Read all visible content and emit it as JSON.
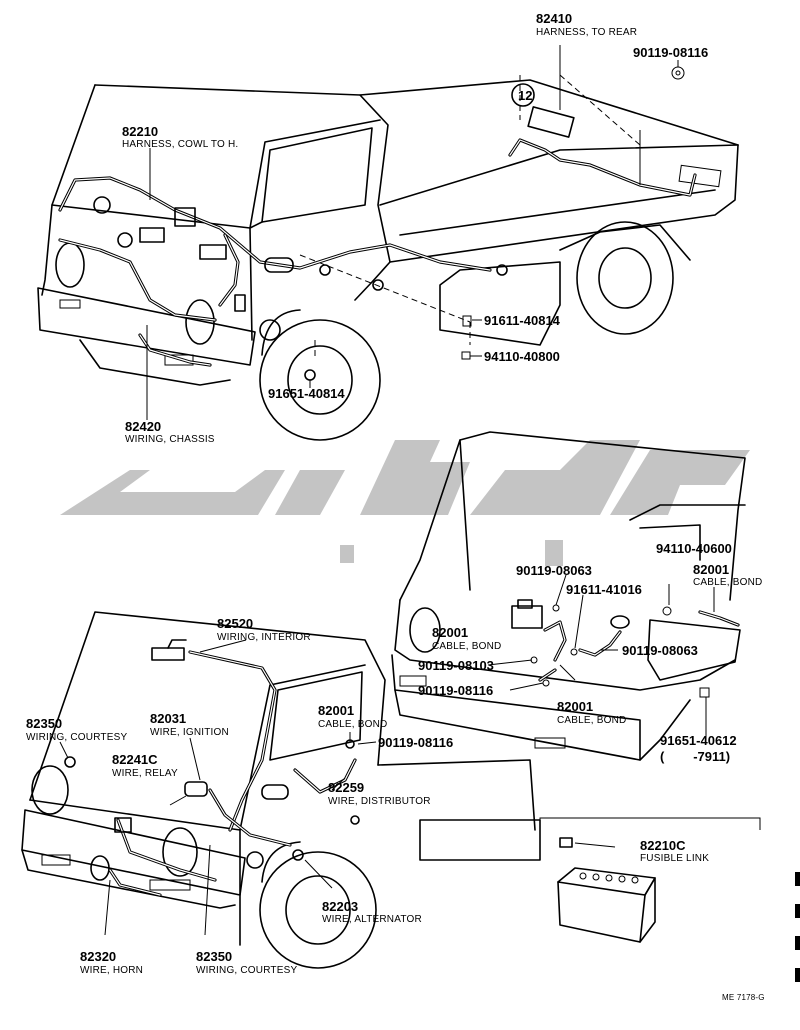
{
  "labels": {
    "p82410": {
      "num": "82410",
      "desc": "HARNESS, TO REAR"
    },
    "p90119_08116_top": {
      "num": "90119-08116"
    },
    "p82210": {
      "num": "82210",
      "desc": "HARNESS, COWL TO H."
    },
    "callout12": "12",
    "p91611_40814": {
      "num": "91611-40814"
    },
    "p94110_40800": {
      "num": "94110-40800"
    },
    "p91651_40814": {
      "num": "91651-40814"
    },
    "p82420": {
      "num": "82420",
      "desc": "WIRING, CHASSIS"
    },
    "p90119_08063_a": {
      "num": "90119-08063"
    },
    "p94110_40600": {
      "num": "94110-40600"
    },
    "p82001_right": {
      "num": "82001",
      "desc": "CABLE, BOND"
    },
    "p91611_41016": {
      "num": "91611-41016"
    },
    "p82001_left": {
      "num": "82001",
      "desc": "CABLE, BOND"
    },
    "p90119_08103": {
      "num": "90119-08103"
    },
    "p90119_08063_b": {
      "num": "90119-08063"
    },
    "p90119_08116_mid": {
      "num": "90119-08116"
    },
    "p82001_bottom": {
      "num": "82001",
      "desc": "CABLE, BOND"
    },
    "p91651_40612": {
      "num": "91651-40612",
      "note": "(        -7911)"
    },
    "p82520": {
      "num": "82520",
      "desc": "WIRING, INTERIOR"
    },
    "p82350_top": {
      "num": "82350",
      "desc": "WIRING, COURTESY"
    },
    "p82031": {
      "num": "82031",
      "desc": "WIRE, IGNITION"
    },
    "p82241c": {
      "num": "82241C",
      "desc": "WIRE, RELAY"
    },
    "p82001_cab": {
      "num": "82001",
      "desc": "CABLE, BOND"
    },
    "p90119_08116_cab": {
      "num": "90119-08116"
    },
    "p82259": {
      "num": "82259",
      "desc": "WIRE, DISTRIBUTOR"
    },
    "p82210c": {
      "num": "82210C",
      "desc": "FUSIBLE LINK"
    },
    "p82203": {
      "num": "82203",
      "desc": "WIRE, ALTERNATOR"
    },
    "p82320": {
      "num": "82320",
      "desc": "WIRE, HORN"
    },
    "p82350_bottom": {
      "num": "82350",
      "desc": "WIRING, COURTESY"
    },
    "code": "ME 7178-G"
  },
  "colors": {
    "ink": "#000000",
    "paper": "#ffffff",
    "watermark": "#c4c4c4"
  }
}
